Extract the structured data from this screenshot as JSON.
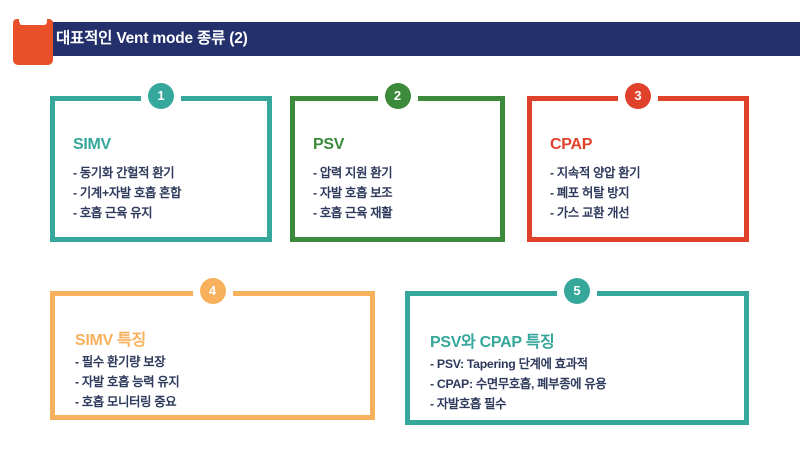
{
  "slide": {
    "header": {
      "title": "대표적인 Vent mode 종류 (2)",
      "bar_color": "#23306B",
      "icon": "book-icon",
      "icon_color": "#E8502A"
    },
    "body_text_color": "#2E3A5C",
    "cards": [
      {
        "number": "1",
        "title": "SIMV",
        "color": "#35A79B",
        "bullets": [
          "- 동기화 간헐적 환기",
          "- 기계+자발 호흡 혼합",
          "- 호흡 근육 유지"
        ]
      },
      {
        "number": "2",
        "title": "PSV",
        "color": "#3C8A3C",
        "bullets": [
          "- 압력 지원 환기",
          "- 자발 호흡 보조",
          "- 호흡 근육 재활"
        ]
      },
      {
        "number": "3",
        "title": "CPAP",
        "color": "#E0412A",
        "bullets": [
          "- 지속적 양압 환기",
          "- 폐포 허탈 방지",
          "- 가스 교환 개선"
        ]
      },
      {
        "number": "4",
        "title": "SIMV 특징",
        "color": "#F7B15C",
        "bullets": [
          "- 필수 환기량 보장",
          "- 자발 호흡 능력 유지",
          "- 호흡 모니터링 중요"
        ]
      },
      {
        "number": "5",
        "title": "PSV와 CPAP 특징",
        "color": "#35A79B",
        "bullets": [
          "- PSV:  Tapering 단계에 효과적",
          "- CPAP: 수면무호흡, 폐부종에 유용",
          "- 자발호흡 필수"
        ]
      }
    ]
  }
}
